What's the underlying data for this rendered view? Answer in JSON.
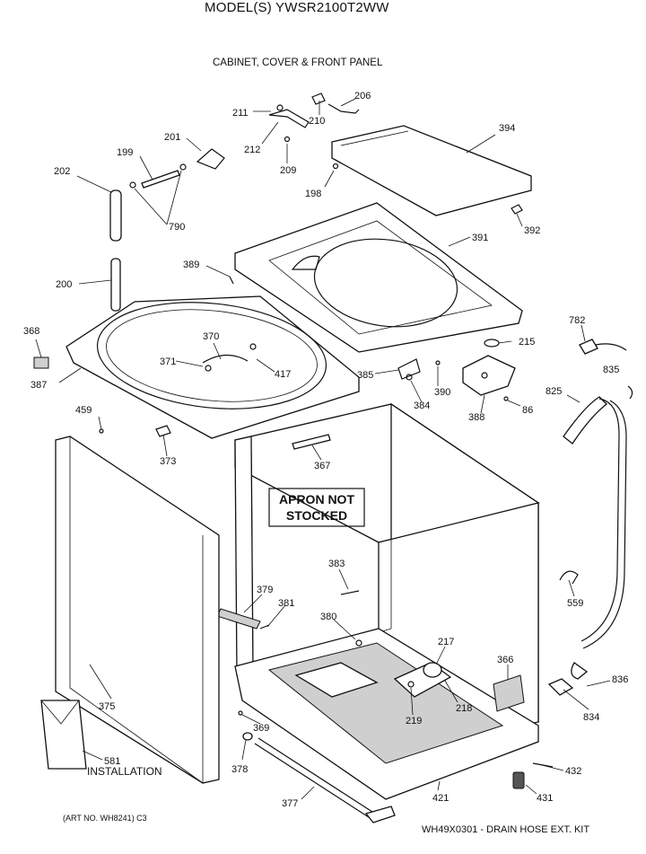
{
  "header": {
    "model_title": "MODEL(S) YWSR2100T2WW",
    "section_title": "CABINET, COVER & FRONT PANEL"
  },
  "footer": {
    "art_number": "(ART NO. WH8241) C3",
    "kit_note": "WH49X0301 - DRAIN HOSE EXT. KIT"
  },
  "note": {
    "line1": "APRON NOT",
    "line2": "STOCKED"
  },
  "installation_label": "INSTALLATION",
  "parts": [
    "211",
    "210",
    "206",
    "212",
    "209",
    "394",
    "199",
    "201",
    "198",
    "202",
    "790",
    "392",
    "391",
    "200",
    "389",
    "368",
    "370",
    "371",
    "417",
    "387",
    "782",
    "215",
    "385",
    "390",
    "835",
    "384",
    "825",
    "388",
    "86",
    "459",
    "373",
    "367",
    "383",
    "379",
    "381",
    "559",
    "380",
    "217",
    "366",
    "836",
    "218",
    "219",
    "834",
    "369",
    "375",
    "581",
    "378",
    "432",
    "421",
    "431",
    "377"
  ],
  "colors": {
    "line": "#111111",
    "background": "#ffffff",
    "shade": "#cfcfcf"
  }
}
